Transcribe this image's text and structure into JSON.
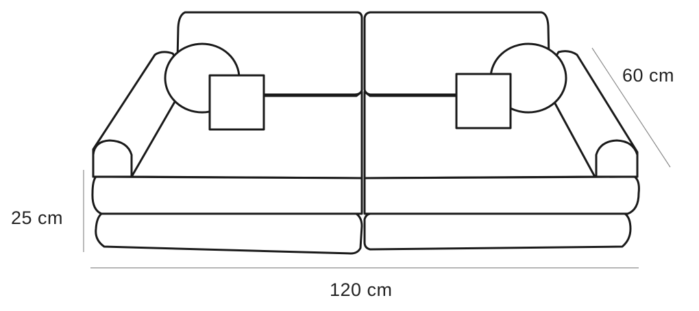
{
  "dimensions": {
    "width_label": "120 cm",
    "depth_label": "60 cm",
    "height_label": "25 cm"
  }
}
